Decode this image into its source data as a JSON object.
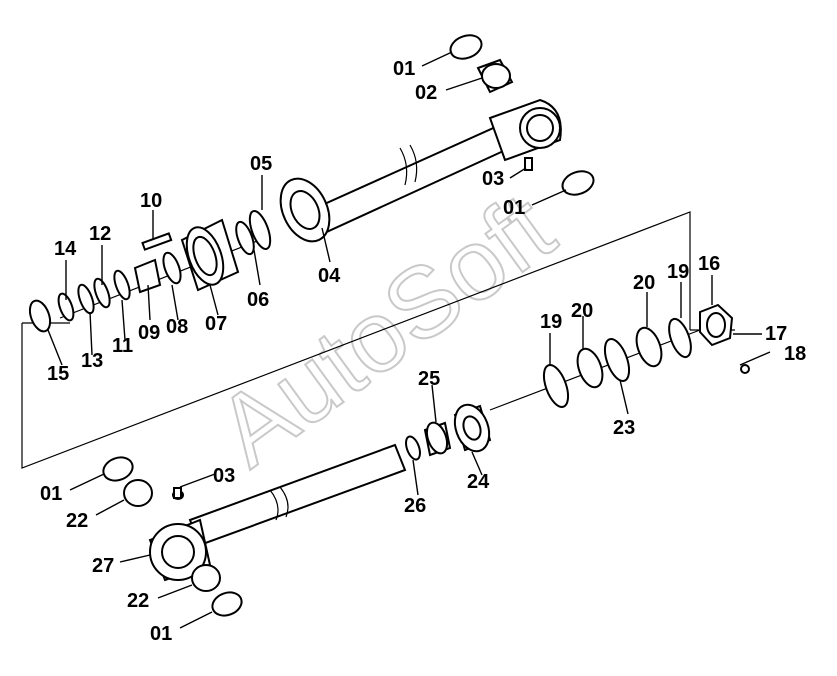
{
  "watermark": "AutoSoft",
  "labels": [
    {
      "id": "l01a",
      "text": "01"
    },
    {
      "id": "l02",
      "text": "02"
    },
    {
      "id": "l03a",
      "text": "03"
    },
    {
      "id": "l01b",
      "text": "01"
    },
    {
      "id": "l05",
      "text": "05"
    },
    {
      "id": "l10",
      "text": "10"
    },
    {
      "id": "l12",
      "text": "12"
    },
    {
      "id": "l14",
      "text": "14"
    },
    {
      "id": "l04",
      "text": "04"
    },
    {
      "id": "l06",
      "text": "06"
    },
    {
      "id": "l07",
      "text": "07"
    },
    {
      "id": "l08",
      "text": "08"
    },
    {
      "id": "l09",
      "text": "09"
    },
    {
      "id": "l11",
      "text": "11"
    },
    {
      "id": "l13",
      "text": "13"
    },
    {
      "id": "l15",
      "text": "15"
    },
    {
      "id": "l16",
      "text": "16"
    },
    {
      "id": "l19a",
      "text": "19"
    },
    {
      "id": "l20a",
      "text": "20"
    },
    {
      "id": "l17",
      "text": "17"
    },
    {
      "id": "l18",
      "text": "18"
    },
    {
      "id": "l19b",
      "text": "19"
    },
    {
      "id": "l20b",
      "text": "20"
    },
    {
      "id": "l23",
      "text": "23"
    },
    {
      "id": "l25",
      "text": "25"
    },
    {
      "id": "l24",
      "text": "24"
    },
    {
      "id": "l26",
      "text": "26"
    },
    {
      "id": "l03b",
      "text": "03"
    },
    {
      "id": "l01c",
      "text": "01"
    },
    {
      "id": "l22a",
      "text": "22"
    },
    {
      "id": "l27",
      "text": "27"
    },
    {
      "id": "l22b",
      "text": "22"
    },
    {
      "id": "l01d",
      "text": "01"
    }
  ]
}
